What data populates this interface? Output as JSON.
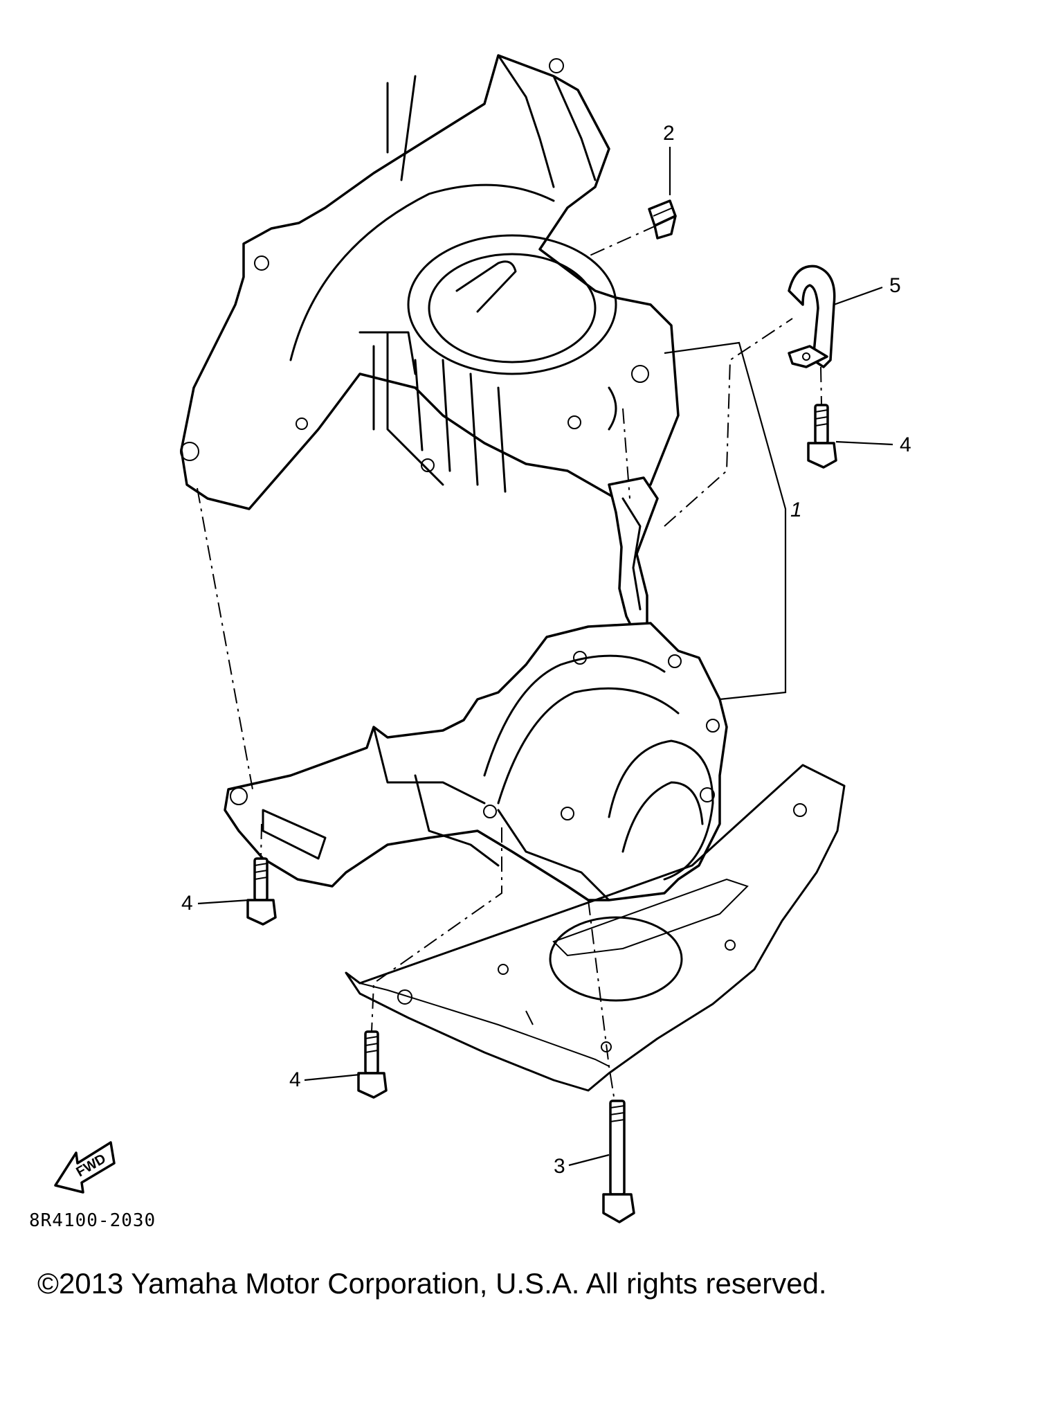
{
  "callouts": {
    "c1": "1",
    "c2": "2",
    "c3": "3",
    "c4_upper_right": "4",
    "c4_left": "4",
    "c4_bottom": "4",
    "c5": "5"
  },
  "fwd_arrow_text": "FWD",
  "reference_code": "8R4100-2030",
  "copyright": "©2013 Yamaha Motor Corporation, U.S.A. All rights reserved."
}
